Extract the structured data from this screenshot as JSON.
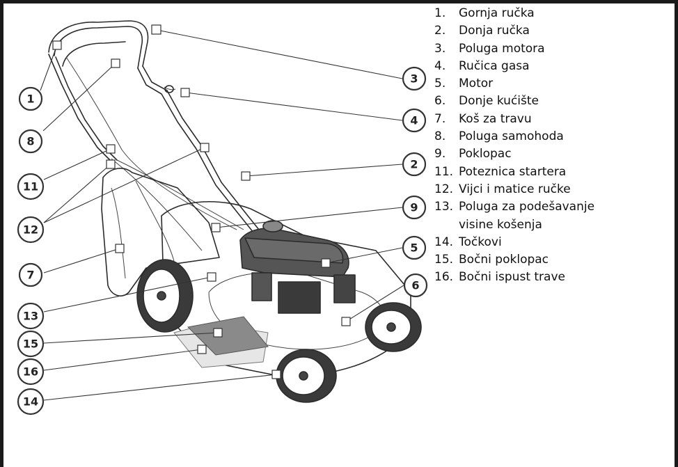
{
  "legend": [
    {
      "num": "1.",
      "text": "Gornja ručka"
    },
    {
      "num": "2.",
      "text": "Donja ručka"
    },
    {
      "num": "3.",
      "text": "Poluga motora"
    },
    {
      "num": "4.",
      "text": "Ručica gasa"
    },
    {
      "num": "5.",
      "text": "Motor"
    },
    {
      "num": "6.",
      "text": "Donje kućište"
    },
    {
      "num": "7.",
      "text": "Koš za travu"
    },
    {
      "num": "8.",
      "text": "Poluga samohoda"
    },
    {
      "num": "9.",
      "text": "Poklopac"
    },
    {
      "num": "11.",
      "text": "Poteznica startera"
    },
    {
      "num": "12.",
      "text": "Vijci i matice ručke"
    },
    {
      "num": "13.",
      "text": "Poluga za podešavanje"
    },
    {
      "num": "",
      "text": "visine košenja"
    },
    {
      "num": "14.",
      "text": "Točkovi"
    },
    {
      "num": "15.",
      "text": "Bočni poklopac"
    },
    {
      "num": "16.",
      "text": "Bočni ispust trave"
    }
  ],
  "callouts": {
    "c1": "1",
    "c2": "2",
    "c3": "3",
    "c4": "4",
    "c5": "5",
    "c6": "6",
    "c7": "7",
    "c8": "8",
    "c9": "9",
    "c11": "11",
    "c12": "12",
    "c13": "13",
    "c14": "14",
    "c15": "15",
    "c16": "16"
  }
}
